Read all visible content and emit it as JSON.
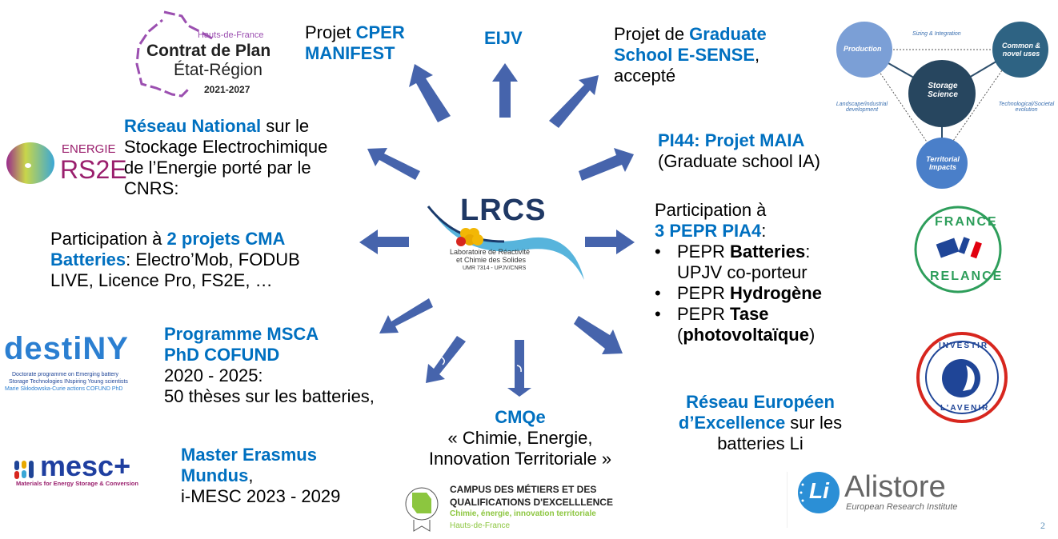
{
  "center": {
    "title": "LRCS",
    "subtitle_line1": "Laboratoire de Réactivité",
    "subtitle_line2": "et Chimie des Solides",
    "subtitle_line3": "UMR 7314 - UPJV/CNRS"
  },
  "cper": {
    "prefix": "Projet ",
    "highlight_line1": "CPER",
    "highlight_line2": "MANIFEST",
    "logo": {
      "region": "Hauts-de-France",
      "line1": "Contrat de Plan",
      "line2": "État-Région",
      "years": "2021-2027"
    }
  },
  "eijv": {
    "label": "EIJV"
  },
  "esense": {
    "prefix": "Projet de ",
    "highlight_line1": "Graduate",
    "highlight_line2": "School E-SENSE",
    "suffix_comma": ",",
    "line3": "accepté"
  },
  "storage_diagram": {
    "center": "Storage Science",
    "nodes": [
      "Production",
      "Common & novel uses",
      "Territorial Impacts"
    ],
    "edges": [
      "Sizing & Integration",
      "Landscape/industrial development",
      "Technological/Societal evolution"
    ]
  },
  "maia": {
    "highlight": "PI44: Projet MAIA",
    "line2": "(Graduate school IA)"
  },
  "rs2e": {
    "highlight": "Réseau National",
    "line1_rest": " sur le",
    "line2": "Stockage Electrochimique",
    "line3": "de l’Energie porté par le",
    "line4": "CNRS:",
    "logo_top": "ENERGIE",
    "logo_bottom": "RS2E"
  },
  "cma": {
    "line1_prefix": "Participation à ",
    "line1_highlight": "2 projets CMA",
    "line2_highlight": "Batteries",
    "line2_rest": ": Electro’Mob, FODUB",
    "line3": "LIVE, Licence Pro, FS2E, …"
  },
  "pepr": {
    "line1": "Participation à",
    "highlight": "3 PEPR PIA4",
    "highlight_suffix": ":",
    "items": [
      {
        "prefix": "PEPR ",
        "bold": "Batteries",
        "suffix": ":",
        "line2": "UPJV co-porteur"
      },
      {
        "prefix": "PEPR ",
        "bold": "Hydrogène",
        "suffix": "",
        "line2": ""
      },
      {
        "prefix": "PEPR ",
        "bold": "Tase",
        "suffix": "",
        "line2_open": "(",
        "line2_bold": "photovoltaïque",
        "line2_close": ")"
      }
    ],
    "logo_france_relance": {
      "top": "FRANCE",
      "bottom": "RELANCE"
    },
    "logo_investir": {
      "top": "INVESTIR",
      "bottom": "L’AVENIR"
    }
  },
  "msca": {
    "highlight_line1": "Programme MSCA",
    "highlight_line2": "PhD COFUND",
    "line3": "2020 - 2025:",
    "line4": "50 thèses sur les batteries,",
    "logo": {
      "name": "destiNY",
      "line1": "Doctorate programme on Emerging battery",
      "line2": "Storage Technologies INspiring Young scientists",
      "line3": "Marie Skłodowska-Curie actions COFUND PhD"
    }
  },
  "cmqe": {
    "highlight": "CMQe",
    "line2": "« Chimie, Energie,",
    "line3": "Innovation Territoriale »",
    "logo": {
      "line1": "CAMPUS DES MÉTIERS ET DES",
      "line2": "QUALIFICATIONS D'EXCELLLENCE",
      "line3": "Chimie, énergie, innovation territoriale",
      "line4": "Hauts-de-France"
    }
  },
  "alistore": {
    "highlight_line1": "Réseau Européen",
    "highlight_line2": "d’Excellence",
    "line2_rest": " sur les",
    "line3": "batteries Li",
    "logo": {
      "name": "Alistore",
      "tagline": "European Research Institute",
      "badge": "Li"
    }
  },
  "erasmus": {
    "highlight_line1": "Master Erasmus",
    "highlight_line2": "Mundus",
    "suffix": ",",
    "line3": "i-MESC 2023 - 2029",
    "logo": {
      "name": "mesc+",
      "tagline": "Materials for Energy Storage & Conversion"
    }
  },
  "page_number": "2",
  "colors": {
    "accent_blue": "#0070C0",
    "arrow_blue": "#4664AC"
  }
}
